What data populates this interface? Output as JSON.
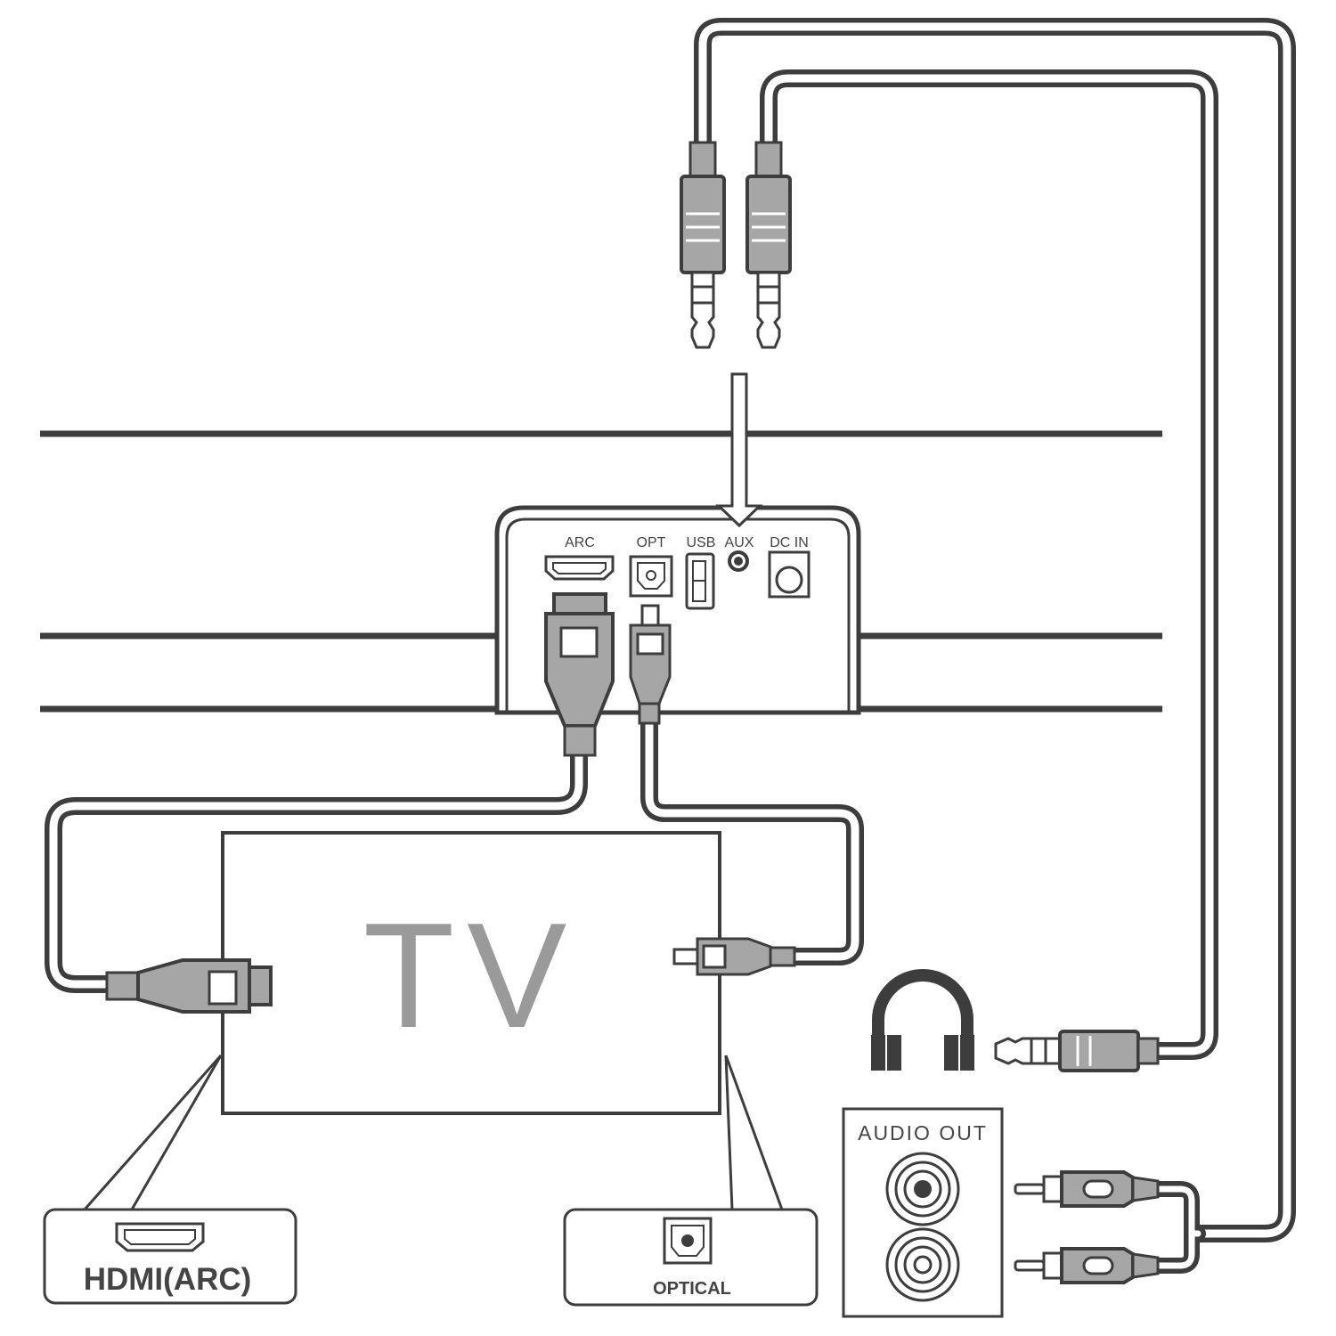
{
  "soundbar_panel": {
    "ports": {
      "arc": "ARC",
      "opt": "OPT",
      "usb": "USB",
      "aux": "AUX",
      "dc_in": "DC IN"
    }
  },
  "tv": {
    "label": "TV"
  },
  "callouts": {
    "hdmi": "HDMI(ARC)",
    "optical": "OPTICAL",
    "audio_out": "AUDIO  OUT"
  },
  "colors": {
    "line": "#3d3d3d",
    "connector_fill": "#a6a6a6",
    "tv_text": "#9a9a9a",
    "background": "#ffffff"
  },
  "icons": [
    "hdmi-port-icon",
    "optical-port-icon",
    "headphones-icon",
    "rca-jack-icon",
    "aux-plug-icon"
  ]
}
